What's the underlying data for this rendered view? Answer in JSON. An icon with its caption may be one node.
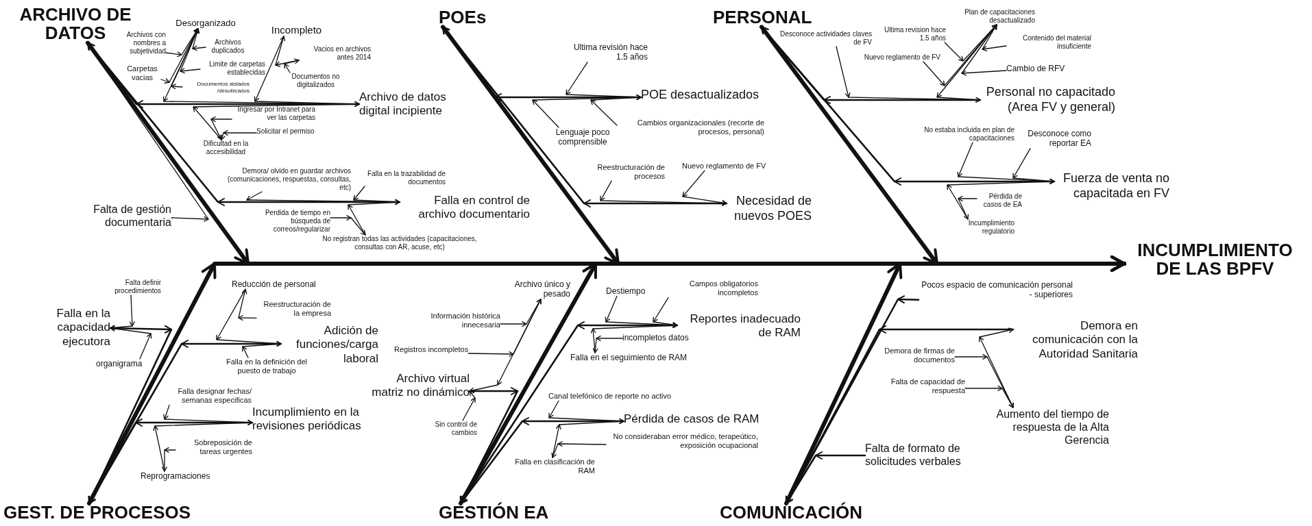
{
  "diagram": {
    "nodes": [
      {
        "text": [
          "ARCHIVO DE DATOS"
        ]
      },
      {
        "text": [
          "POEs"
        ]
      },
      {
        "text": [
          "PERSONAL"
        ]
      },
      {
        "text": [
          "GEST. DE PROCESOS"
        ]
      },
      {
        "text": [
          "GESTIÓN EA"
        ]
      },
      {
        "text": [
          "COMUNICACIÓN"
        ]
      },
      {
        "text": [
          "INCUMPLIMIENTO DE LAS BPFV"
        ]
      },
      {
        "text": [
          "Archivo de datos digital incipiente"
        ]
      },
      {
        "text": [
          "Desorganizado"
        ]
      },
      {
        "text": [
          "Archivos con nombres a subjetividad"
        ]
      },
      {
        "text": [
          "Archivos duplicados"
        ]
      },
      {
        "text": [
          "Limite de carpetas establecidas"
        ]
      },
      {
        "text": [
          "Carpetas vacias"
        ]
      },
      {
        "text": [
          "Documentos aislados /desubicados"
        ]
      },
      {
        "text": [
          "Incompleto"
        ]
      },
      {
        "text": [
          "Vacios en archivos antes 2014"
        ]
      },
      {
        "text": [
          "Documentos no digitalizados"
        ]
      },
      {
        "text": [
          "Dificultad en la accesibilidad"
        ]
      },
      {
        "text": [
          "Ingresar por Intranet para ver las carpetas"
        ]
      },
      {
        "text": [
          "Solicitar el permiso"
        ]
      },
      {
        "text": [
          "Falla en control de archivo documentario"
        ]
      },
      {
        "text": [
          "Demora/ olvido en guardar archivos (comunicaciones, respuestas, consultas, etc)"
        ]
      },
      {
        "text": [
          "Falla en la trazabilidad de documentos"
        ]
      },
      {
        "text": [
          "Perdida de tiempo en búsqueda de correos/regularizar"
        ]
      },
      {
        "text": [
          "No registran todas las actividades (capacitaciones, consultas con AR, acuse, etc)"
        ]
      },
      {
        "text": [
          "Falta de gestión documentaria"
        ]
      },
      {
        "text": [
          "POE desactualizados"
        ]
      },
      {
        "text": [
          "Ultima revisión hace 1.5 años"
        ]
      },
      {
        "text": [
          "Lenguaje poco comprensible"
        ]
      },
      {
        "text": [
          "Cambios organizacionales (recorte de procesos, personal)"
        ]
      },
      {
        "text": [
          "Necesidad de nuevos POES"
        ]
      },
      {
        "text": [
          "Reestructuración de procesos"
        ]
      },
      {
        "text": [
          "Nuevo reglamento de FV"
        ]
      },
      {
        "text": [
          "Personal no capacitado (Area FV y general)"
        ]
      },
      {
        "text": [
          "Desconoce actividades claves de FV"
        ]
      },
      {
        "text": [
          "Plan de capacitaciones desactualizado"
        ]
      },
      {
        "text": [
          "Ultima revision hace 1.5 años"
        ]
      },
      {
        "text": [
          "Contenido del material insuficiente"
        ]
      },
      {
        "text": [
          "Nuevo reglamento de FV"
        ]
      },
      {
        "text": [
          "Cambio de RFV"
        ]
      },
      {
        "text": [
          "Fuerza de venta no capacitada en FV"
        ]
      },
      {
        "text": [
          "No estaba incluida en plan de capacitaciones"
        ]
      },
      {
        "text": [
          "Desconoce como reportar EA"
        ]
      },
      {
        "text": [
          "Incumplimiento regulatorio"
        ]
      },
      {
        "text": [
          "Pérdida de casos de EA"
        ]
      },
      {
        "text": [
          "Falla en la capacidad ejecutora"
        ]
      },
      {
        "text": [
          "Falta definir procedimientos"
        ]
      },
      {
        "text": [
          "organigrama"
        ]
      },
      {
        "text": [
          "Adición de funciones/carga laboral"
        ]
      },
      {
        "text": [
          "Reducción de personal"
        ]
      },
      {
        "text": [
          "Reestructuración de la empresa"
        ]
      },
      {
        "text": [
          "Falla en la definición del puesto de trabajo"
        ]
      },
      {
        "text": [
          "Incumplimiento en la revisiones periódicas"
        ]
      },
      {
        "text": [
          "Falla designar fechas/ semanas especificas"
        ]
      },
      {
        "text": [
          "Reprogramaciones"
        ]
      },
      {
        "text": [
          "Sobreposición de tareas urgentes"
        ]
      },
      {
        "text": [
          "Archivo virtual matriz no dinámico"
        ]
      },
      {
        "text": [
          "Archivo único y pesado"
        ]
      },
      {
        "text": [
          "Información histórica innecesaria"
        ]
      },
      {
        "text": [
          "Registros incompletos"
        ]
      },
      {
        "text": [
          "Sin control de cambios"
        ]
      },
      {
        "text": [
          "Reportes inadecuado de RAM"
        ]
      },
      {
        "text": [
          "Destiempo"
        ]
      },
      {
        "text": [
          "Campos obligatorios incompletos"
        ]
      },
      {
        "text": [
          "Falla en el seguimiento de RAM"
        ]
      },
      {
        "text": [
          "incompletos datos"
        ]
      },
      {
        "text": [
          "Pérdida de casos de RAM"
        ]
      },
      {
        "text": [
          "Canal telefónico de reporte no activo"
        ]
      },
      {
        "text": [
          "Falla en clasificación de RAM"
        ]
      },
      {
        "text": [
          "No consideraban error médico, terapeútico, exposición ocupacional"
        ]
      },
      {
        "text": [
          "Pocos espacio de comunicación personal - superiores"
        ]
      },
      {
        "text": [
          "Demora en comunicación con la Autoridad Sanitaria"
        ]
      },
      {
        "text": [
          "Aumento del tiempo de respuesta de la Alta Gerencia"
        ]
      },
      {
        "text": [
          "Demora de firmas de documentos"
        ]
      },
      {
        "text": [
          "Falta de capacidad de respuesta"
        ]
      },
      {
        "text": [
          "Falta de formato de solicitudes verbales"
        ]
      }
    ],
    "edges": [
      {
        "from": 0,
        "to": 6,
        "arrow": "to",
        "style": "thick"
      },
      {
        "from": 1,
        "to": 6,
        "arrow": "to",
        "style": "thick"
      },
      {
        "from": 2,
        "to": 6,
        "arrow": "to",
        "style": "thick"
      },
      {
        "from": 3,
        "to": 6,
        "arrow": "to",
        "style": "thick"
      },
      {
        "from": 4,
        "to": 6,
        "arrow": "to",
        "style": "thick"
      },
      {
        "from": 5,
        "to": 6,
        "arrow": "to",
        "style": "thick"
      },
      {
        "from": 7,
        "to": 0,
        "arrow": "to"
      },
      {
        "from": 8,
        "to": 7,
        "arrow": "to"
      },
      {
        "from": 9,
        "to": 8,
        "arrow": "to"
      },
      {
        "from": 10,
        "to": 8,
        "arrow": "to"
      },
      {
        "from": 11,
        "to": 8,
        "arrow": "to"
      },
      {
        "from": 12,
        "to": 8,
        "arrow": "to"
      },
      {
        "from": 13,
        "to": 8,
        "arrow": "to"
      },
      {
        "from": 14,
        "to": 7,
        "arrow": "to"
      },
      {
        "from": 15,
        "to": 14,
        "arrow": "to"
      },
      {
        "from": 16,
        "to": 15,
        "arrow": "to"
      },
      {
        "from": 17,
        "to": 7,
        "arrow": "to"
      },
      {
        "from": 18,
        "to": 17,
        "arrow": "to"
      },
      {
        "from": 19,
        "to": 17,
        "arrow": "to"
      },
      {
        "from": 20,
        "to": 0,
        "arrow": "to"
      },
      {
        "from": 21,
        "to": 20,
        "arrow": "to"
      },
      {
        "from": 22,
        "to": 20,
        "arrow": "to"
      },
      {
        "from": 23,
        "to": 24,
        "arrow": "to"
      },
      {
        "from": 24,
        "to": 20,
        "arrow": "to"
      },
      {
        "from": 25,
        "to": 0,
        "arrow": "to"
      },
      {
        "from": 26,
        "to": 1,
        "arrow": "to"
      },
      {
        "from": 27,
        "to": 26,
        "arrow": "to"
      },
      {
        "from": 28,
        "to": 26,
        "arrow": "to"
      },
      {
        "from": 29,
        "to": 26,
        "arrow": "to"
      },
      {
        "from": 30,
        "to": 1,
        "arrow": "to"
      },
      {
        "from": 31,
        "to": 30,
        "arrow": "to"
      },
      {
        "from": 32,
        "to": 30,
        "arrow": "to"
      },
      {
        "from": 33,
        "to": 2,
        "arrow": "to"
      },
      {
        "from": 34,
        "to": 33,
        "arrow": "to"
      },
      {
        "from": 35,
        "to": 33,
        "arrow": "to"
      },
      {
        "from": 36,
        "to": 35,
        "arrow": "to"
      },
      {
        "from": 37,
        "to": 35,
        "arrow": "to"
      },
      {
        "from": 38,
        "to": 35,
        "arrow": "to"
      },
      {
        "from": 39,
        "to": 35,
        "arrow": "to"
      },
      {
        "from": 40,
        "to": 2,
        "arrow": "to"
      },
      {
        "from": 41,
        "to": 40,
        "arrow": "to"
      },
      {
        "from": 42,
        "to": 40,
        "arrow": "to"
      },
      {
        "from": 43,
        "to": 40,
        "arrow": "to"
      },
      {
        "from": 44,
        "to": 43,
        "arrow": "to"
      },
      {
        "from": 45,
        "to": 3,
        "arrow": "to"
      },
      {
        "from": 46,
        "to": 45,
        "arrow": "to"
      },
      {
        "from": 47,
        "to": 45,
        "arrow": "to"
      },
      {
        "from": 48,
        "to": 3,
        "arrow": "to"
      },
      {
        "from": 49,
        "to": 48,
        "arrow": "to"
      },
      {
        "from": 50,
        "to": 49,
        "arrow": "to"
      },
      {
        "from": 51,
        "to": 48,
        "arrow": "to"
      },
      {
        "from": 52,
        "to": 3,
        "arrow": "to"
      },
      {
        "from": 53,
        "to": 52,
        "arrow": "to"
      },
      {
        "from": 54,
        "to": 52,
        "arrow": "to"
      },
      {
        "from": 55,
        "to": 54,
        "arrow": "to"
      },
      {
        "from": 56,
        "to": 4,
        "arrow": "to"
      },
      {
        "from": 57,
        "to": 56,
        "arrow": "to"
      },
      {
        "from": 58,
        "to": 57,
        "arrow": "to"
      },
      {
        "from": 59,
        "to": 57,
        "arrow": "to"
      },
      {
        "from": 60,
        "to": 56,
        "arrow": "to"
      },
      {
        "from": 61,
        "to": 4,
        "arrow": "to"
      },
      {
        "from": 62,
        "to": 61,
        "arrow": "to"
      },
      {
        "from": 63,
        "to": 61,
        "arrow": "to"
      },
      {
        "from": 64,
        "to": 61,
        "arrow": "to"
      },
      {
        "from": 65,
        "to": 64,
        "arrow": "to"
      },
      {
        "from": 66,
        "to": 4,
        "arrow": "to"
      },
      {
        "from": 67,
        "to": 66,
        "arrow": "to"
      },
      {
        "from": 68,
        "to": 66,
        "arrow": "to"
      },
      {
        "from": 69,
        "to": 68,
        "arrow": "to"
      },
      {
        "from": 70,
        "to": 5,
        "arrow": "to"
      },
      {
        "from": 71,
        "to": 5,
        "arrow": "to"
      },
      {
        "from": 72,
        "to": 71,
        "arrow": "to"
      },
      {
        "from": 73,
        "to": 72,
        "arrow": "to"
      },
      {
        "from": 74,
        "to": 72,
        "arrow": "to"
      },
      {
        "from": 75,
        "to": 5,
        "arrow": "to"
      }
    ]
  }
}
